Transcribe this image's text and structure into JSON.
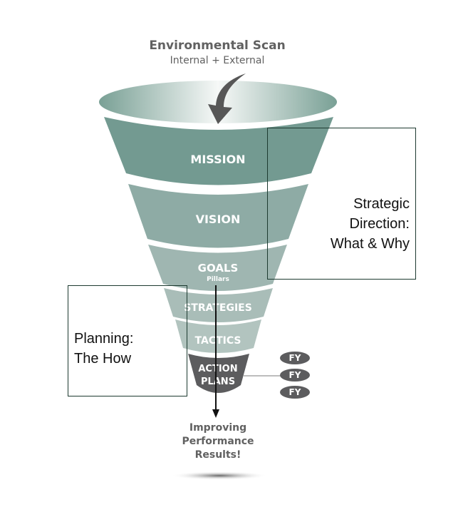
{
  "header": {
    "title": "Environmental Scan",
    "subtitle": "Internal + External"
  },
  "funnel": {
    "tiers": [
      {
        "label": "MISSION",
        "sublabel": "",
        "color": "#739a91"
      },
      {
        "label": "VISION",
        "sublabel": "",
        "color": "#8eaba5"
      },
      {
        "label": "GOALS",
        "sublabel": "Pillars",
        "color": "#9fb6b1"
      },
      {
        "label": "STRATEGIES",
        "sublabel": "",
        "color": "#a9bdb8"
      },
      {
        "label": "TACTICS",
        "sublabel": "",
        "color": "#b2c4bf"
      },
      {
        "label": "ACTION",
        "sublabel": "PLANS",
        "color": "#5c5c5e"
      }
    ],
    "fiscal_years": [
      "FY",
      "FY",
      "FY"
    ],
    "result_lines": [
      "Improving",
      "Performance",
      "Results!"
    ]
  },
  "annotations": {
    "strategic": [
      "Strategic",
      "Direction:",
      "What & Why"
    ],
    "planning": [
      "Planning:",
      "The How"
    ]
  },
  "colors": {
    "rim_dark": "#79a095",
    "rim_light": "#f4f6f5",
    "arrow": "#575757",
    "text_gray": "#616161",
    "box_border": "#1d3a30"
  }
}
